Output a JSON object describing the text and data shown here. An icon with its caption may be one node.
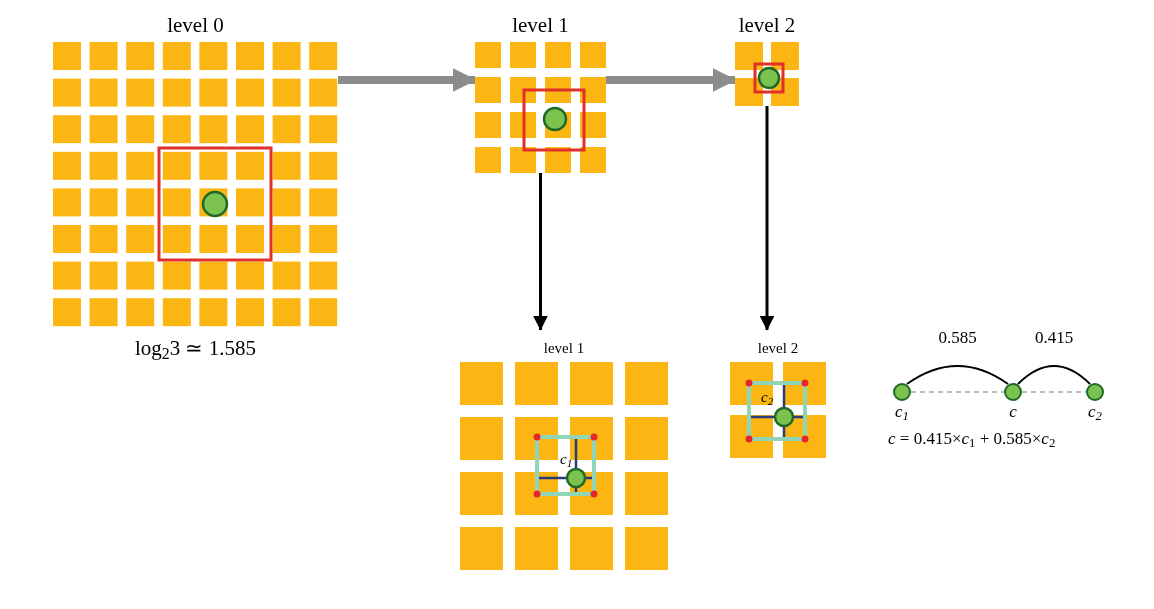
{
  "diagram": {
    "nodes": [
      {
        "text": [
          "level 0"
        ],
        "beside": [
          "log$_{2}$3 ≃ 1.585"
        ]
      },
      {
        "text": [
          "level 1"
        ]
      },
      {
        "text": [
          "level 2"
        ]
      },
      {
        "text": [
          "level 1"
        ]
      },
      {
        "text": [
          "level 2"
        ]
      },
      {
        "text": [
          "c$_{1}$"
        ]
      },
      {
        "text": [
          "c"
        ]
      },
      {
        "text": [
          "c$_{2}$"
        ]
      }
    ],
    "edges": [
      {
        "from": 0,
        "to": 1,
        "arrow": "to",
        "style": "thick",
        "color": "#8c8c8c"
      },
      {
        "from": 1,
        "to": 2,
        "arrow": "to",
        "style": "thick",
        "color": "#8c8c8c"
      },
      {
        "from": 1,
        "to": 3,
        "arrow": "to"
      },
      {
        "from": 2,
        "to": 4,
        "arrow": "to"
      },
      {
        "from": 5,
        "to": 6,
        "arrow": "none",
        "label": "0.585"
      },
      {
        "from": 6,
        "to": 7,
        "arrow": "none",
        "label": "0.415"
      },
      {
        "from": 5,
        "to": 6,
        "arrow": "none",
        "style": "dashed",
        "color": "#a6a6a6"
      },
      {
        "from": 6,
        "to": 7,
        "arrow": "none",
        "style": "dashed",
        "color": "#a6a6a6"
      }
    ],
    "labels": [
      "c$_{1}$",
      "c$_{2}$",
      "*c* = 0.415×*c*$_{1}$ + 0.585×*c*$_{2}$"
    ]
  }
}
